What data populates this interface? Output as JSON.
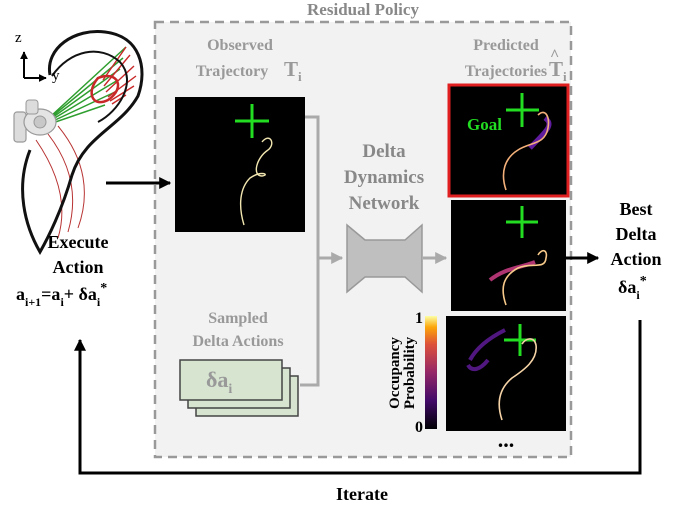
{
  "title": "Residual Policy",
  "observed": {
    "line1": "Observed",
    "line2": "Trajectory",
    "symbol": "T",
    "sub": "i"
  },
  "predicted": {
    "line1": "Predicted",
    "line2": "Trajectories",
    "symbol": "T",
    "hat": "^",
    "sub": "i"
  },
  "network": {
    "line1": "Delta",
    "line2": "Dynamics",
    "line3": "Network"
  },
  "sampled": {
    "line1": "Sampled",
    "line2": "Delta Actions",
    "symbol": "δa",
    "sub": "i"
  },
  "goal_label": "Goal",
  "colorbar": {
    "label1": "Occupancy",
    "label2": "Probability",
    "max": "1",
    "min": "0"
  },
  "ellipsis": "...",
  "best": {
    "line1": "Best",
    "line2": "Delta",
    "line3": "Action",
    "symbol": "δa",
    "sub": "i",
    "sup": "*"
  },
  "execute": {
    "line1": "Execute",
    "line2": "Action",
    "a": "a",
    "sub1": "i+1",
    "eq": "=a",
    "sub2": "i",
    "plus": "+ δa",
    "sub3": "i",
    "sup": "*"
  },
  "axes": {
    "z": "z",
    "y": "y"
  },
  "iterate": "Iterate",
  "colors": {
    "green": "#22dd22",
    "highlight": "#e02020",
    "panel_bg": "#f2f2f2",
    "dash": "#999999",
    "arrow_gray": "#aaaaaa",
    "network_gray": "#bfbfbf"
  }
}
